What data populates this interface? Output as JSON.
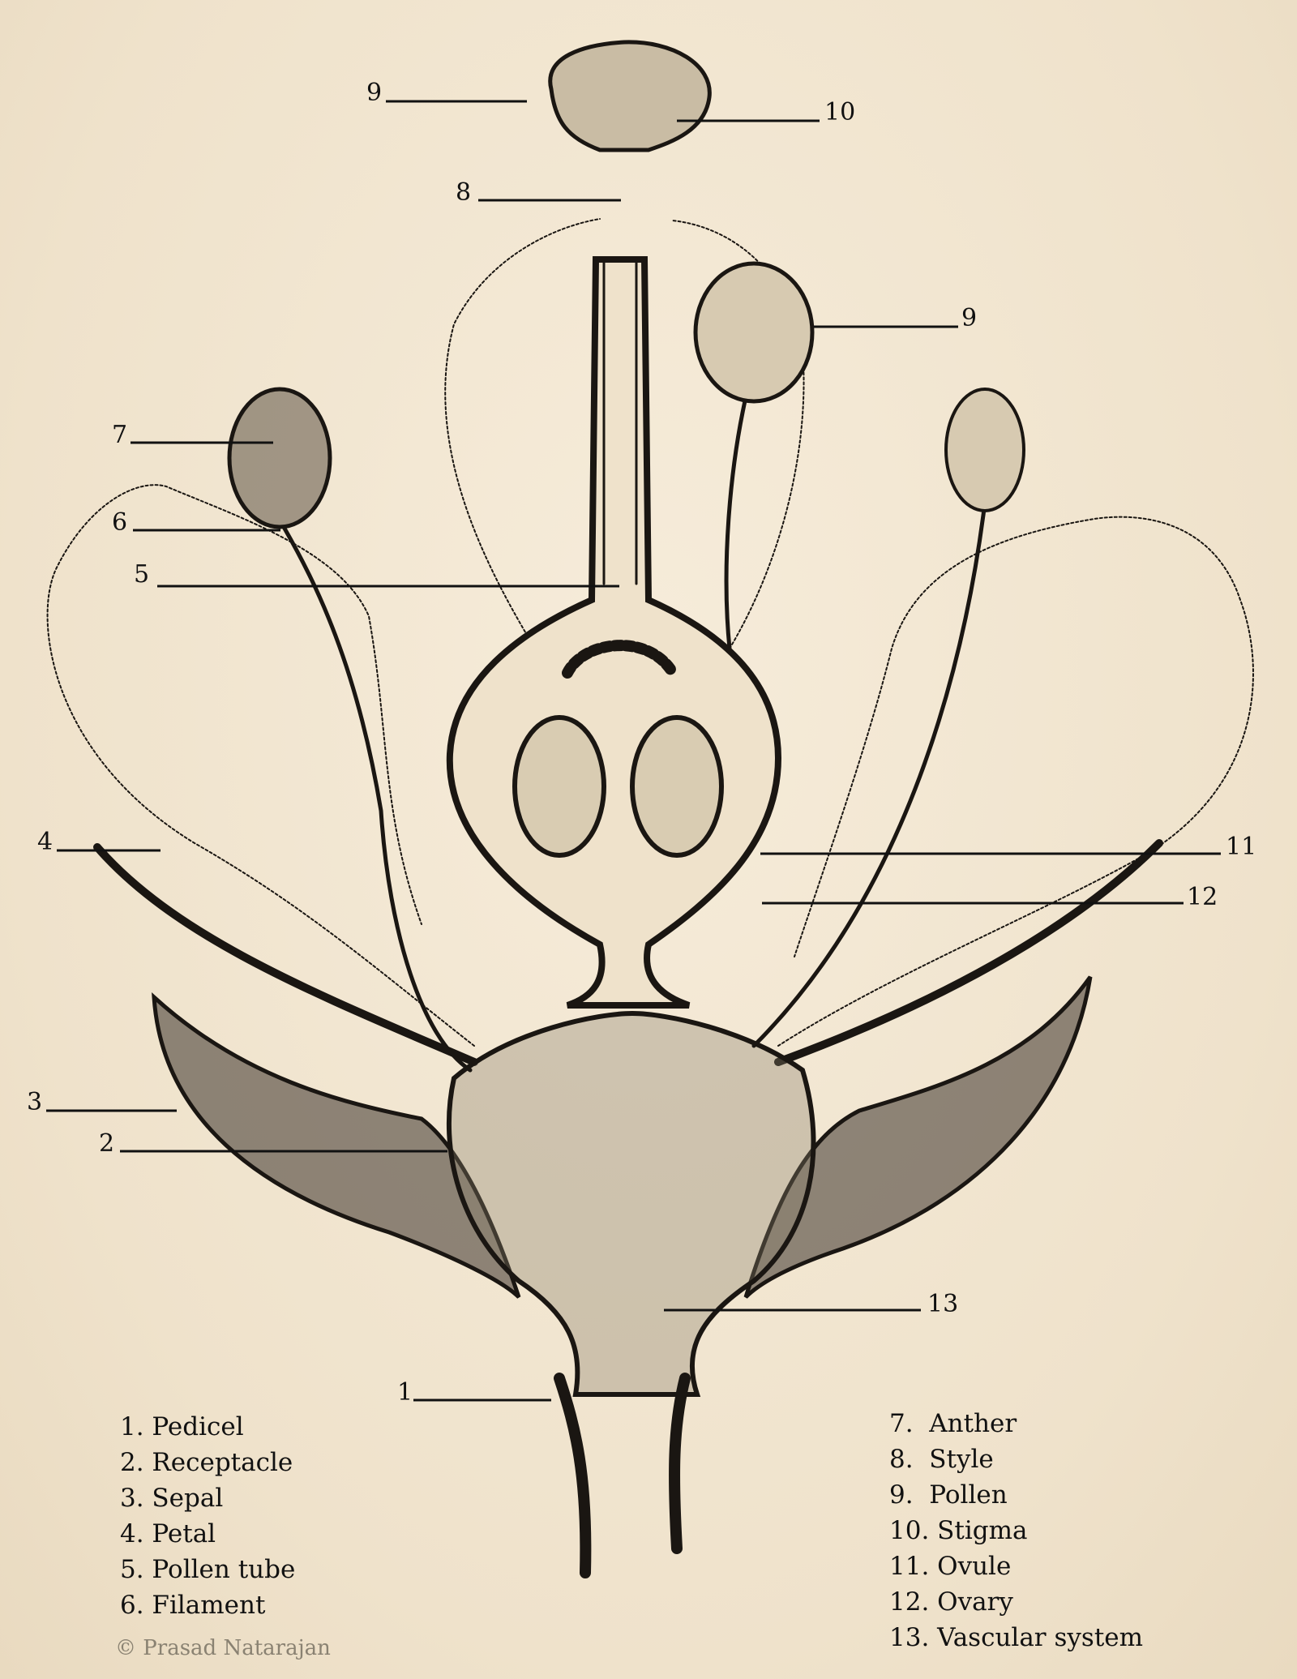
{
  "callouts": {
    "c9a": "9",
    "c10": "10",
    "c8": "8",
    "c9b": "9",
    "c7": "7",
    "c6": "6",
    "c5": "5",
    "c4": "4",
    "c11": "11",
    "c12": "12",
    "c3": "3",
    "c2": "2",
    "c13": "13",
    "c1": "1"
  },
  "legend_left": [
    "1. Pedicel",
    "2. Receptacle",
    "3. Sepal",
    "4. Petal",
    "5. Pollen tube",
    "6. Filament"
  ],
  "legend_right": [
    "7.  Anther",
    "8.  Style",
    "9.  Pollen",
    "10. Stigma",
    "11. Ovule",
    "12. Ovary",
    "13. Vascular system"
  ],
  "copyright": "© Prasad Natarajan"
}
